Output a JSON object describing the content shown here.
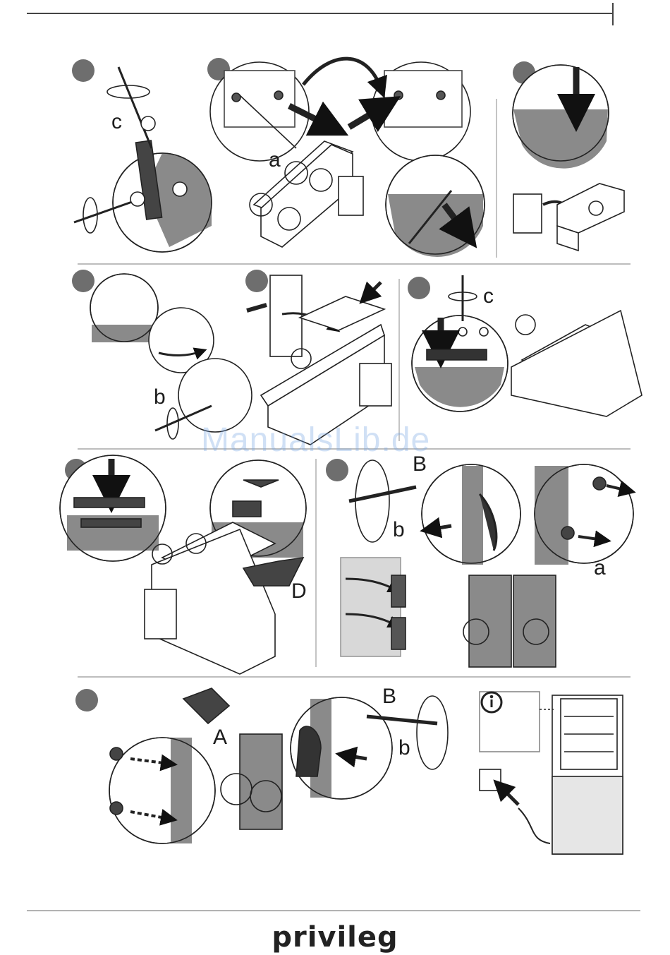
{
  "labels": {
    "c1": "c",
    "a1": "a",
    "b1": "b",
    "c2": "c",
    "D": "D",
    "B1": "B",
    "b2": "b",
    "a2": "a",
    "A": "A",
    "B2": "B",
    "b3": "b"
  },
  "watermark": "ManualsLib.de",
  "brand": "privileg",
  "info_icon": "info-icon",
  "colors": {
    "step_marker": "#6e6e6e",
    "panel_gray": "#8a8a8a",
    "line": "#222222",
    "separator": "#bdbdbd"
  }
}
